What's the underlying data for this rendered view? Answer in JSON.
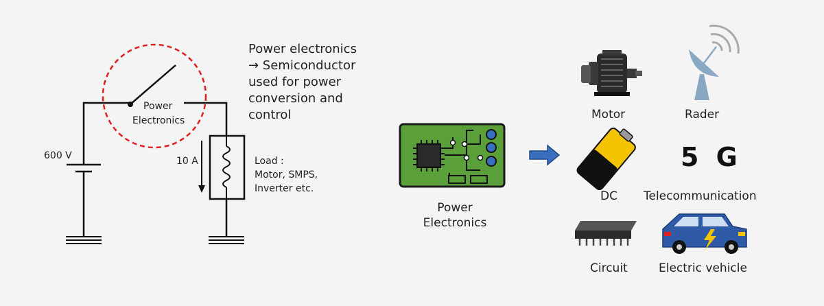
{
  "circuit": {
    "switch_label_line1": "Power",
    "switch_label_line2": "Electronics",
    "source_voltage": "600 V",
    "load_current": "10 A",
    "load_line1": "Load :",
    "load_line2": "Motor, SMPS,",
    "load_line3": "Inverter etc."
  },
  "description": {
    "line1": "Power electronics",
    "line2": "→ Semiconductor",
    "line3": "used for power",
    "line4": "conversion and",
    "line5": "control"
  },
  "board": {
    "label_line1": "Power",
    "label_line2": "Electronics"
  },
  "applications": {
    "motor": "Motor",
    "radar": "Rader",
    "dc": "DC",
    "five_g": "5 G",
    "telecom": "Telecommunication",
    "circuit": "Circuit",
    "ev": "Electric vehicle"
  },
  "colors": {
    "highlight_circle": "#e02020",
    "board_green": "#5a9f3a",
    "board_dark": "#1a1a1a",
    "arrow_blue": "#3a6fc0",
    "battery_yellow": "#f5c400",
    "car_blue": "#2f5aa8"
  }
}
